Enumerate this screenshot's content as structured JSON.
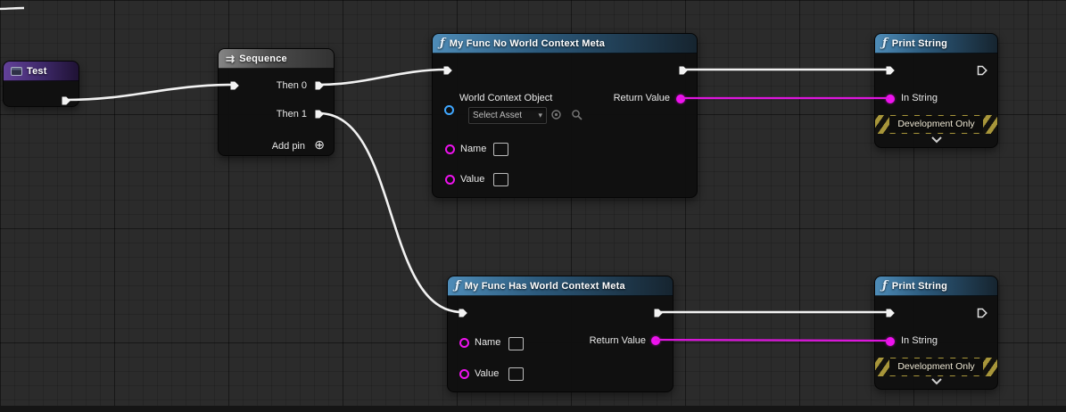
{
  "icons": {
    "function": "ƒ",
    "sequence": "⇉",
    "add_pin": "⊕",
    "select_chevron": "▾"
  },
  "colors": {
    "exec_wire": "#f2f2f2",
    "data_wire": "#dd16dd",
    "string_pin": "#ee12ee",
    "object_pin": "#3fa7ff",
    "function_header": "#4e8cb8",
    "event_header": "#63419a",
    "banner_stripe": "#a8963a"
  },
  "nodes": {
    "test": {
      "title": "Test"
    },
    "sequence": {
      "title": "Sequence",
      "then0": "Then 0",
      "then1": "Then 1",
      "add_pin": "Add pin"
    },
    "func_no_world": {
      "title": "My Func No World Context Meta",
      "world_context_label": "World Context Object",
      "select_asset_placeholder": "Select Asset",
      "name_label": "Name",
      "name_value": "",
      "value_label": "Value",
      "value_value": "",
      "return_label": "Return Value"
    },
    "func_has_world": {
      "title": "My Func Has World Context Meta",
      "name_label": "Name",
      "name_value": "",
      "value_label": "Value",
      "value_value": "",
      "return_label": "Return Value"
    },
    "print_top": {
      "title": "Print String",
      "in_string_label": "In String",
      "banner": "Development Only"
    },
    "print_bottom": {
      "title": "Print String",
      "in_string_label": "In String",
      "banner": "Development Only"
    }
  }
}
